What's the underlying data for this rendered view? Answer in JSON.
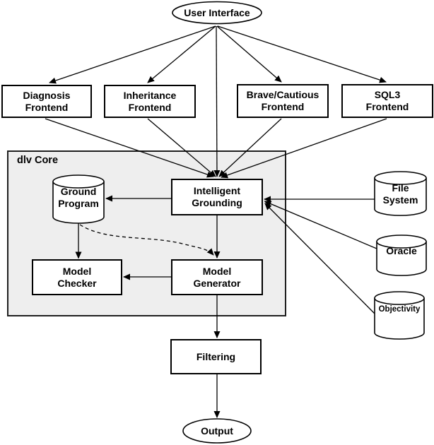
{
  "nodes": {
    "user_interface": {
      "label": "User Interface",
      "shape": "ellipse"
    },
    "frontends": [
      {
        "id": "diagnosis",
        "label": "Diagnosis\nFrontend"
      },
      {
        "id": "inheritance",
        "label": "Inheritance\nFrontend"
      },
      {
        "id": "brave_cautious",
        "label": "Brave/Cautious\nFrontend"
      },
      {
        "id": "sql3",
        "label": "SQL3\nFrontend"
      }
    ],
    "dlv_core": {
      "label": "dlv Core"
    },
    "ground_program": {
      "label": "Ground\nProgram",
      "shape": "cylinder"
    },
    "intelligent_grounding": {
      "label": "Intelligent\nGrounding"
    },
    "model_checker": {
      "label": "Model\nChecker"
    },
    "model_generator": {
      "label": "Model\nGenerator"
    },
    "file_system": {
      "label": "File\nSystem",
      "shape": "cylinder"
    },
    "oracle": {
      "label": "Oracle",
      "shape": "cylinder"
    },
    "objectivity": {
      "label": "Objectivity",
      "shape": "cylinder"
    },
    "filtering": {
      "label": "Filtering"
    },
    "output": {
      "label": "Output",
      "shape": "ellipse"
    }
  },
  "colors": {
    "background": "#ffffff",
    "core_fill": "#eeeeee",
    "shape_fill": "#ffffff",
    "line": "#000000",
    "text": "#000000"
  }
}
